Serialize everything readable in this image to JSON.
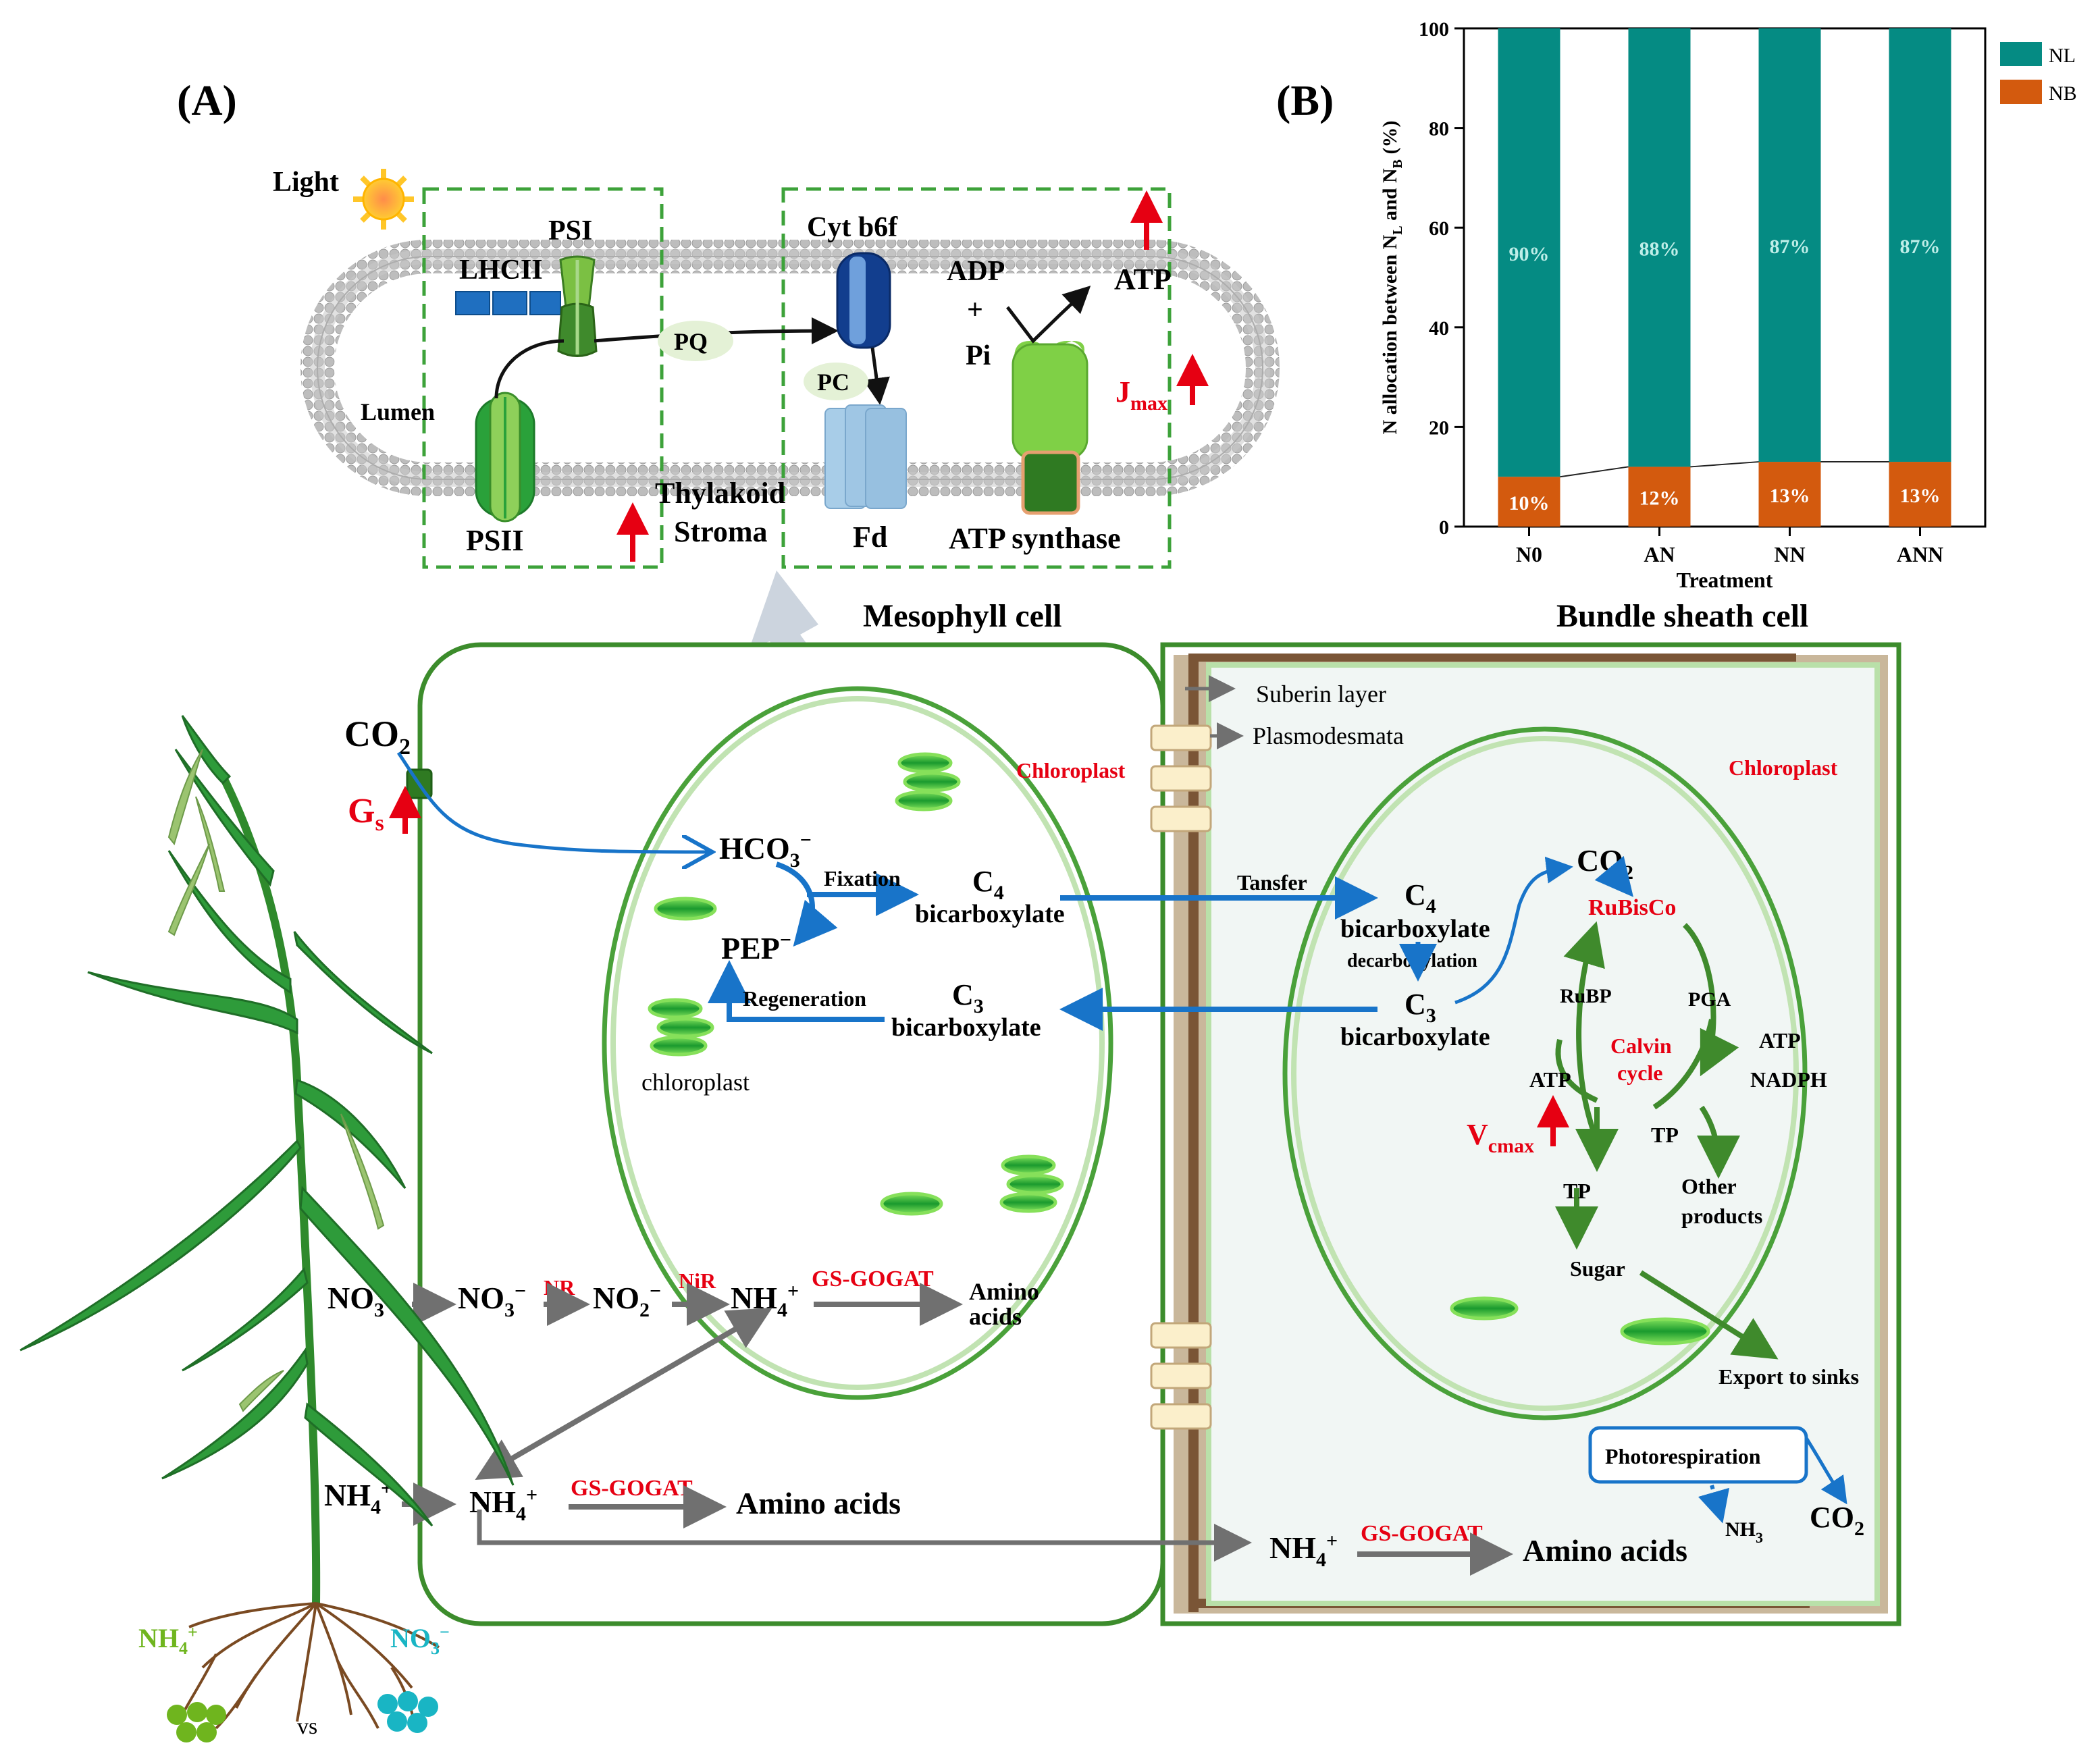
{
  "panel_a": {
    "label": "(A)",
    "light": "Light",
    "psi": "PSI",
    "lhcii": "LHCII",
    "pq": "PQ",
    "cyt": "Cyt b6f",
    "pc": "PC",
    "fd": "Fd",
    "adp": "ADP",
    "plus": "+",
    "pi": "Pi",
    "atp": "ATP",
    "lumen": "Lumen",
    "psii": "PSII",
    "thylakoid": "Thylakoid",
    "stroma": "Stroma",
    "atp_synthase": "ATP synthase",
    "jmax_main": "J",
    "jmax_sub": "max"
  },
  "panel_b": {
    "label": "(B)",
    "chart_data": {
      "type": "bar",
      "stacked": true,
      "categories": [
        "N0",
        "AN",
        "NN",
        "ANN"
      ],
      "series": [
        {
          "name": "NB",
          "values": [
            10,
            12,
            13,
            13
          ],
          "labels": [
            "10%",
            "12%",
            "13%",
            "13%"
          ],
          "color": "#d35a0e"
        },
        {
          "name": "NL",
          "values": [
            90,
            88,
            87,
            87
          ],
          "labels": [
            "90%",
            "88%",
            "87%",
            "87%"
          ],
          "color": "#058b83"
        }
      ],
      "xlabel": "Treatment",
      "ylabel": "N allocation between NL and NB (%)",
      "ylabel_parts": {
        "a": "N allocation between N",
        "sub1": "L",
        "b": " and N",
        "sub2": "B",
        "c": " (%)"
      },
      "ylim": [
        0,
        100
      ],
      "yticks": [
        "0",
        "20",
        "40",
        "60",
        "80",
        "100"
      ],
      "legend": "top-right",
      "grid": false
    }
  },
  "mesophyll": {
    "title": "Mesophyll cell",
    "chloroplast": "Chloroplast",
    "chloroplast_small": "chloroplast",
    "co2_main": "CO",
    "co2_sub": "2",
    "gs_main": "G",
    "gs_sub": "s",
    "hco3_main": "HCO",
    "hco3_sub": "3",
    "hco3_sup": "−",
    "pep": "PEP",
    "pep_sup": "−",
    "fixation": "Fixation",
    "regeneration": "Regeneration",
    "c4_main": "C",
    "c4_sub": "4",
    "c4_text": "bicarboxylate",
    "c3_main": "C",
    "c3_sub": "3",
    "c3_text": "bicarboxylate",
    "no3_main": "NO",
    "no3_sub": "3",
    "no3_sup": "−",
    "nr": "NR",
    "no2_main": "NO",
    "no2_sub": "2",
    "no2_sup": "−",
    "nir": "NiR",
    "nh4_main": "NH",
    "nh4_sub": "4",
    "nh4_sup": "+",
    "gs_gogat": "GS-GOGAT",
    "amino_1": "Amino",
    "amino_2": "acids",
    "amino_acids": "Amino acids"
  },
  "bundle": {
    "title": "Bundle sheath cell",
    "suberin": "Suberin layer",
    "plasmodesmata": "Plasmodesmata",
    "chloroplast": "Chloroplast",
    "tansfer": "Tansfer",
    "c4_main": "C",
    "c4_sub": "4",
    "c4_text": "bicarboxylate",
    "decarboxylation": "decarboxylation",
    "c3_main": "C",
    "c3_sub": "3",
    "c3_text": "bicarboxylate",
    "co2_main": "CO",
    "co2_sub": "2",
    "rubisco": "RuBisCo",
    "rubp": "RuBP",
    "pga": "PGA",
    "calvin_1": "Calvin",
    "calvin_2": "cycle",
    "atp_left": "ATP",
    "atp_right": "ATP",
    "nadph": "NADPH",
    "tp_right": "TP",
    "tp_left": "TP",
    "other_1": "Other",
    "other_2": "products",
    "vcmax_main": "V",
    "vcmax_sub": "cmax",
    "sugar": "Sugar",
    "export": "Export to sinks",
    "photorespiration": "Photorespiration",
    "nh3_main": "NH",
    "nh3_sub": "3",
    "co2b_main": "CO",
    "co2b_sub": "2",
    "nh4_main": "NH",
    "nh4_sub": "4",
    "nh4_sup": "+",
    "gs_gogat": "GS-GOGAT",
    "amino_acids": "Amino acids"
  },
  "plant": {
    "nh4_main": "NH",
    "nh4_sub": "4",
    "nh4_sup": "+",
    "no3_main": "NO",
    "no3_sub": "3",
    "no3_sup": "−",
    "vs": "vs",
    "nh4_color": "#6fb51e",
    "no3_color": "#19b5c4"
  },
  "colors": {
    "cell_green": "#3c8c2c",
    "arrow_blue": "#1874c9",
    "arrow_gray": "#707070",
    "arrow_green": "#3f8a2c",
    "red": "#e60012"
  }
}
